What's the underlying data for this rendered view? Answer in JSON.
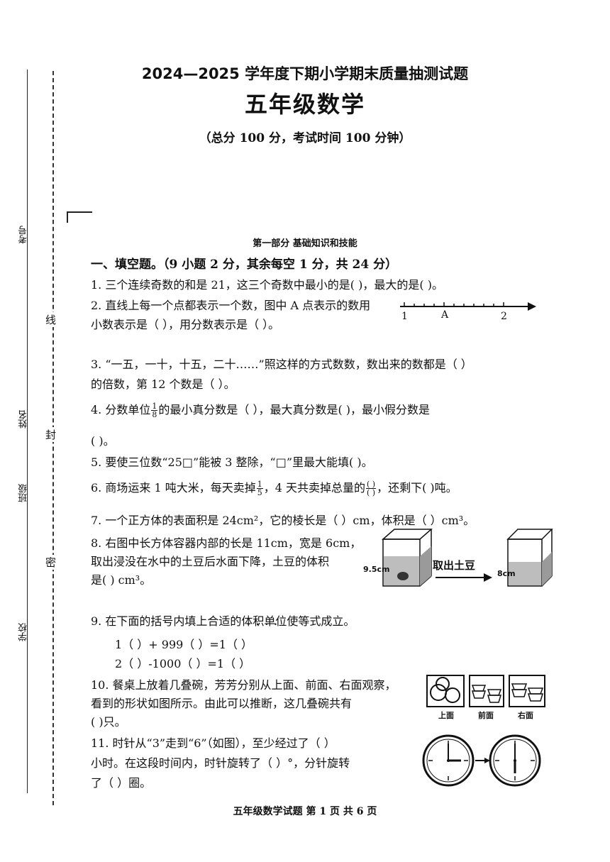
{
  "header": {
    "title": "2024—2025 学年度下期小学期末质量抽测试题",
    "subject": "五年级数学",
    "note": "（总分 100 分，考试时间 100 分钟）"
  },
  "sidebar": {
    "field1": "学校",
    "field2": "班级",
    "field3": "姓名",
    "field4": "考号",
    "mark_seal_close": "密",
    "mark_seal": "封",
    "mark_line": "线"
  },
  "part_title": "第一部分 基础知识和技能",
  "section": {
    "title": "一、填空题。（9 小题 2 分，其余每空 1 分，共 24 分）"
  },
  "questions": {
    "q1": "1. 三个连续奇数的和是 21，这三个奇数中最小的是(            )，最大的是(          )。",
    "q2a": "2. 直线上每一个点都表示一个数，图中 A 点表示的数用",
    "q2b": "小数表示是（          ），用分数表示是（          ）。",
    "q3a": "3. “一五，一十，十五，二十……”照这样的方式数数，数出来的数都是（          ）",
    "q3b": "的倍数，第 12 个数是（          ）。",
    "q4a_pre": "4. 分数单位",
    "q4a_post": "的最小真分数是（            ），最大真分数是(            )，最小假分数是",
    "q4b": "(            )。",
    "q5": "5. 要使三位数“25□”能被 3 整除，“□”里最大能填(          )。",
    "q6_pre": "6. 商场运来 1 吨大米，每天卖掉",
    "q6_mid": "，4 天共卖掉总量的",
    "q6_post": "，还剩下(          )吨。",
    "q7": "7. 一个正方体的表面积是 24cm²，它的棱长是（          ）cm，体积是（          ）cm³。",
    "q8a": "8. 右图中长方体容器内部的长是 11cm，宽是 6cm，",
    "q8b": "取出浸没在水中的土豆后水面下降，土豆的体积",
    "q8c": "是(            ) cm³。",
    "q9": "9. 在下面的括号内填上合适的体积单位使等式成立。",
    "q9_dots": "••••",
    "q9_row1": "1（                ）+ 999（                ）=1（                ）",
    "q9_row2": "2（                ）-1000（                ）=1（                ）",
    "q10a": "10. 餐桌上放着几叠碗，芳芳分别从上面、前面、右面观察，",
    "q10b": "看到的形状如图所示。由此可以推断，这几叠碗共有",
    "q10c": "(          )只。",
    "q11a": "11. 时针从“3”走到“6”（如图），至少经过了（          ）",
    "q11b": "小时。在这段时间内，时针旋转了（          ）°，分针旋转",
    "q11c": "了（          ）圈。"
  },
  "fractions": {
    "q4_num": "1",
    "q4_den": "8",
    "q6_num": "1",
    "q6_den": "5",
    "q6_blank_num": "(          )",
    "q6_blank_den": "(          )"
  },
  "numberline": {
    "label_1": "1",
    "label_A": "A",
    "label_2": "2"
  },
  "potato_figure": {
    "left_height": "9.5cm",
    "action": "取出土豆",
    "right_height": "8cm"
  },
  "bowl_views": {
    "top": "上面",
    "front": "前面",
    "right": "右面"
  },
  "footer": "五年级数学试题  第 1 页 共 6 页"
}
